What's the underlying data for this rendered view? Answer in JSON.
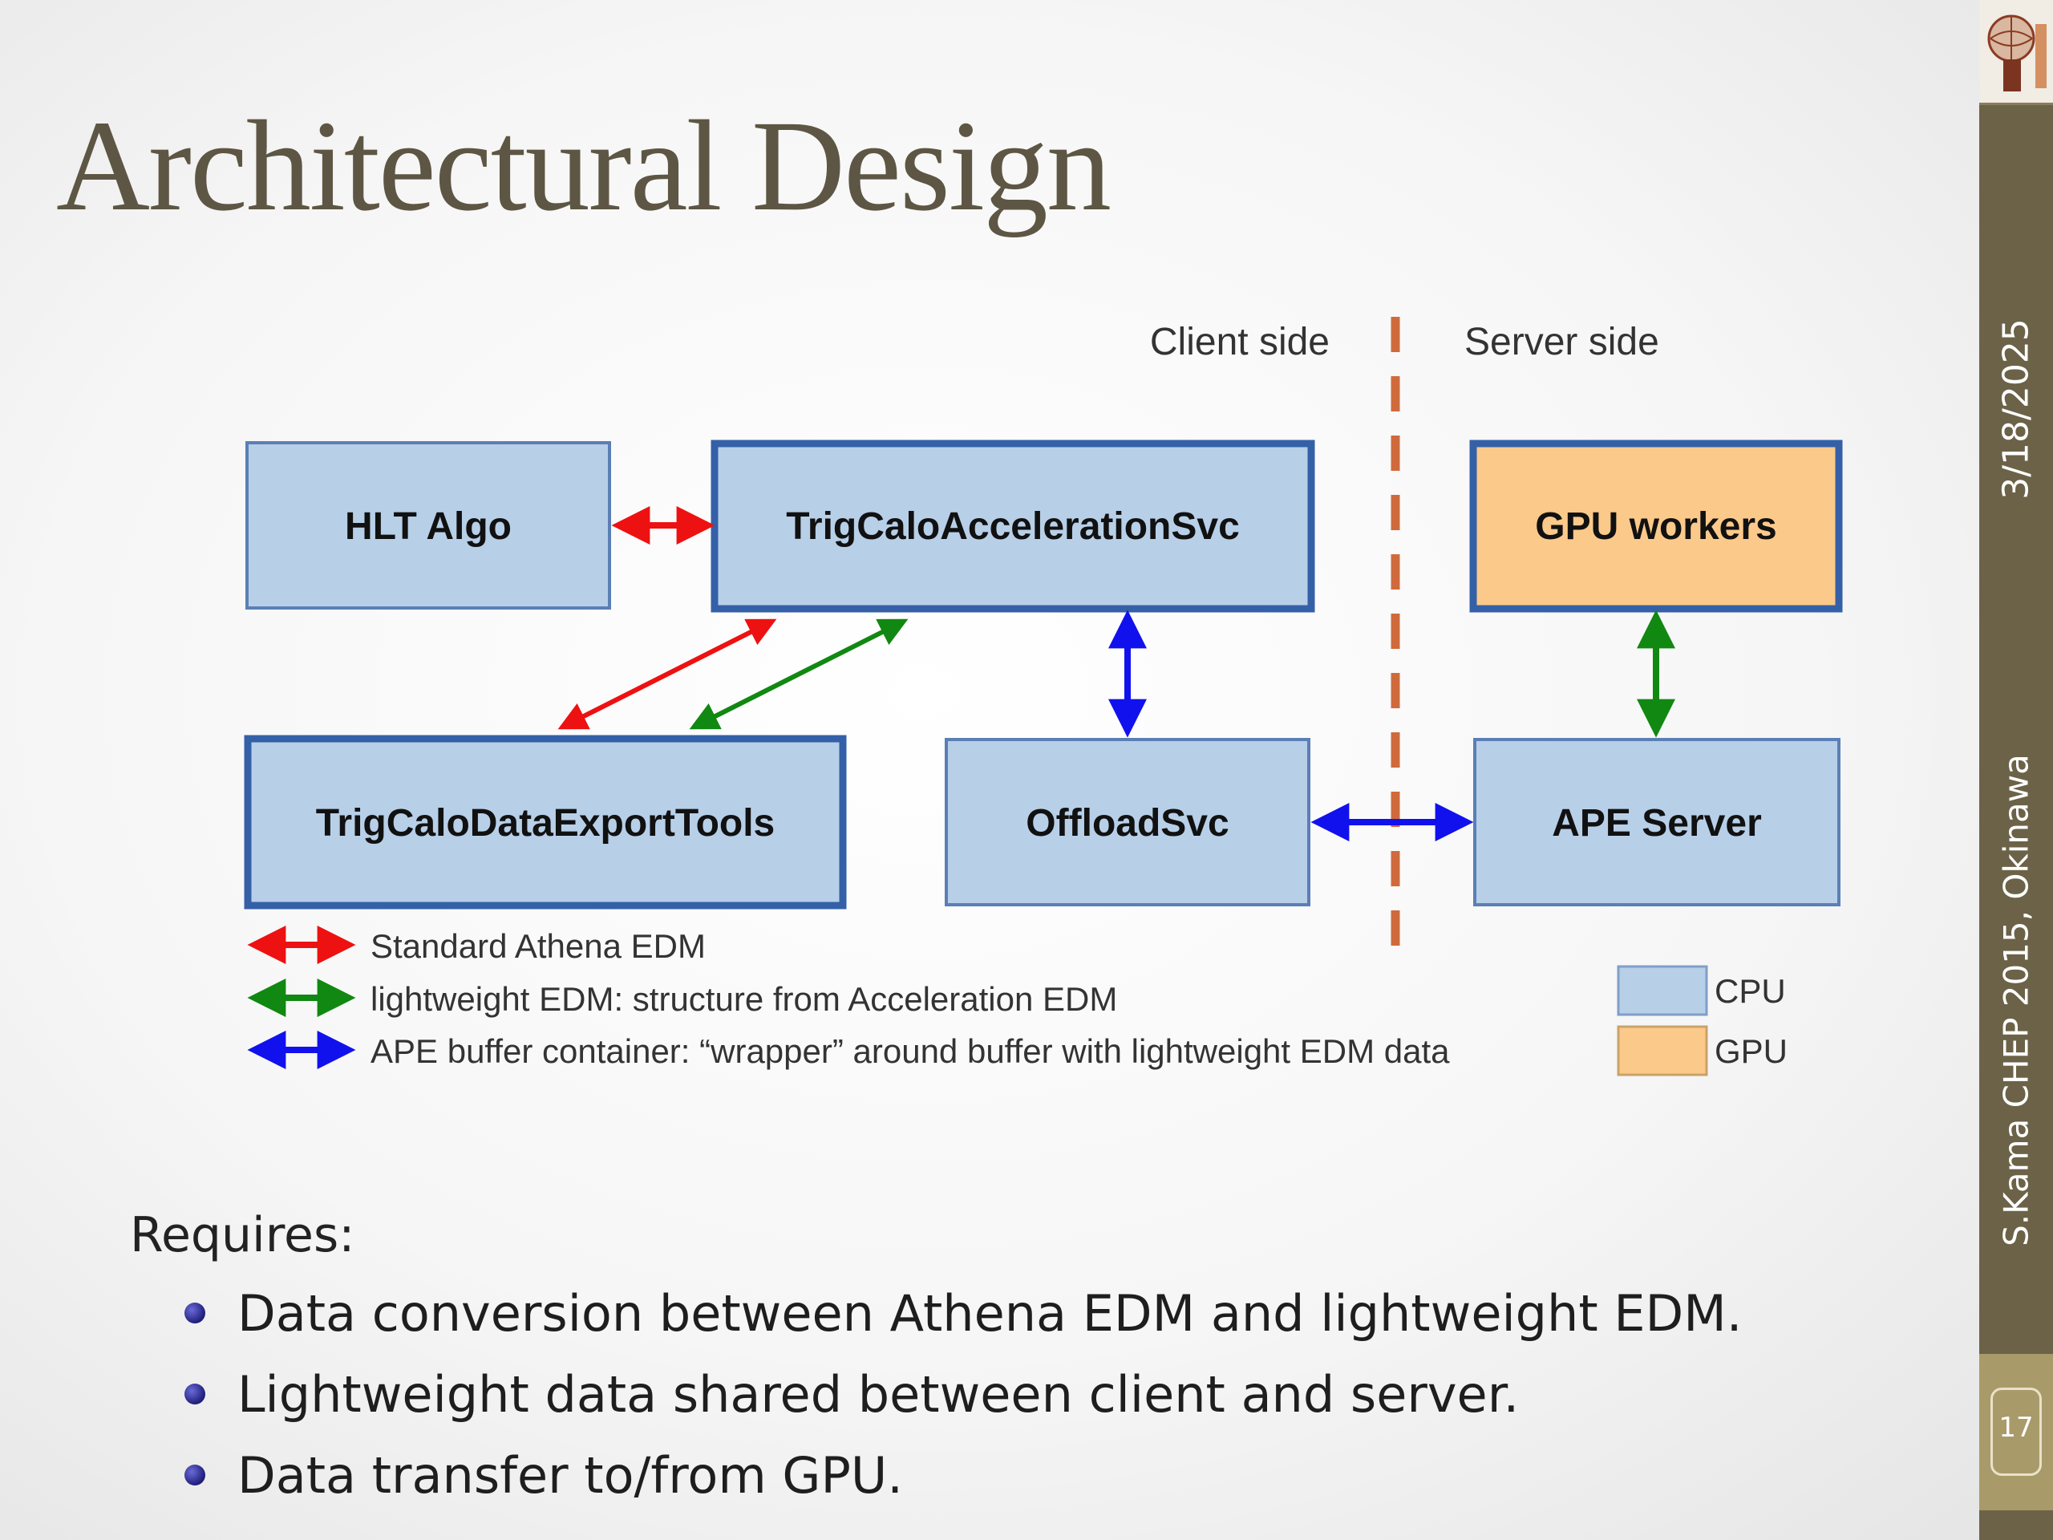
{
  "slide": {
    "title": "Architectural Design",
    "date": "3/18/2025",
    "footer": "S.Kama CHEP 2015, Okinawa",
    "page_number": "17"
  },
  "diagram": {
    "side_labels": {
      "client": "Client side",
      "server": "Server side"
    },
    "boxes": {
      "hlt_algo": "HLT Algo",
      "trig_calo_acceleration_svc": "TrigCaloAccelerationSvc",
      "gpu_workers": "GPU workers",
      "trig_calo_data_export_tools": "TrigCaloDataExportTools",
      "offload_svc": "OffloadSvc",
      "ape_server": "APE Server"
    },
    "legend": [
      {
        "label": "Standard Athena EDM",
        "color": "#ee1111"
      },
      {
        "label": "lightweight EDM: structure from Acceleration EDM",
        "color": "#118811"
      },
      {
        "label": "APE buffer container: “wrapper” around buffer with lightweight EDM data",
        "color": "#1111ee"
      }
    ],
    "key": [
      {
        "label": "CPU",
        "color": "#b8cfe8"
      },
      {
        "label": "GPU",
        "color": "#fbc98a"
      }
    ]
  },
  "requires": {
    "heading": "Requires:",
    "items": [
      "Data conversion between Athena EDM and lightweight EDM.",
      "Lightweight data shared between client and server.",
      "Data transfer to/from GPU."
    ]
  }
}
